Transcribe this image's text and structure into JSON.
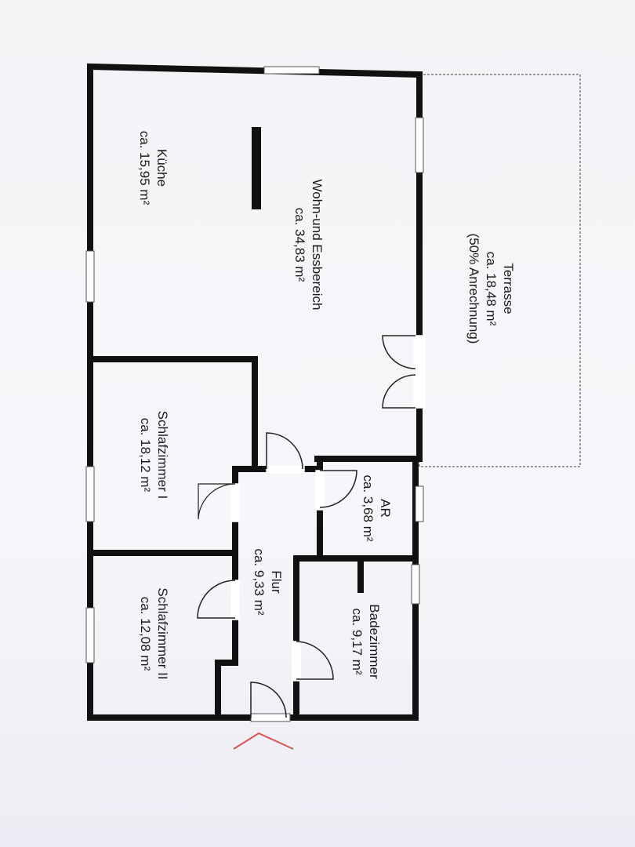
{
  "rooms": {
    "terrasse": {
      "name": "Terrasse",
      "area": "ca. 18,48 m²",
      "note": "(50% Anrechnung)"
    },
    "wohn": {
      "name": "Wohn-und Essbereich",
      "area": "ca. 34,83 m²"
    },
    "kueche": {
      "name": "Küche",
      "area": "ca. 15,95 m²"
    },
    "schlaf1": {
      "name": "Schlafzimmer I",
      "area": "ca. 18,12 m²"
    },
    "schlaf2": {
      "name": "Schlafzimmer II",
      "area": "ca. 12,08 m²"
    },
    "flur": {
      "name": "Flur",
      "area": "ca. 9,33 m²"
    },
    "ar": {
      "name": "AR",
      "area": "ca. 3,68 m²"
    },
    "bad": {
      "name": "Badezimmer",
      "area": "ca. 9,17 m²"
    }
  },
  "colors": {
    "wall": "#111111",
    "window": "#ffffff",
    "entrance_arrow": "#d9534f",
    "terrace_border": "#9a9a9a"
  }
}
